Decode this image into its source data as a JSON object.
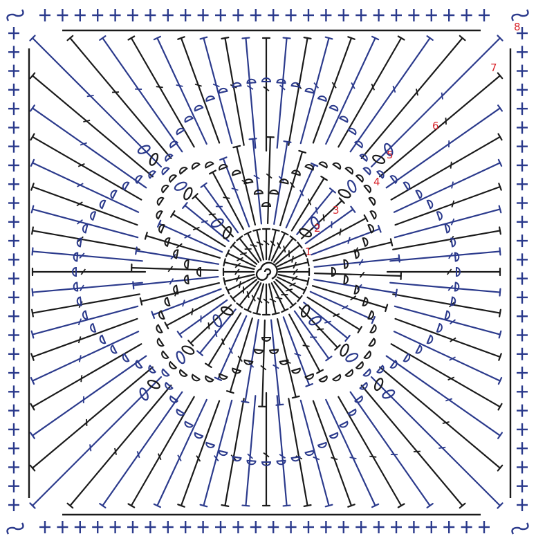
{
  "diagram": {
    "type": "crochet-granny-square-chart",
    "round_labels": [
      "1",
      "2",
      "3",
      "4",
      "5",
      "6",
      "7",
      "8"
    ],
    "colors": {
      "black_rounds": "#1a1a1a",
      "blue_rounds": "#2b3a8c",
      "label_red": "#d9242b",
      "background": "#ffffff"
    },
    "symbols": {
      "center": "magic-ring",
      "round_1": "double-crochet",
      "corners": "chain-space",
      "petal_tips": "bobble",
      "border": "single-crochet"
    },
    "border_stitches_per_side": 26,
    "spokes_per_round": 28
  }
}
